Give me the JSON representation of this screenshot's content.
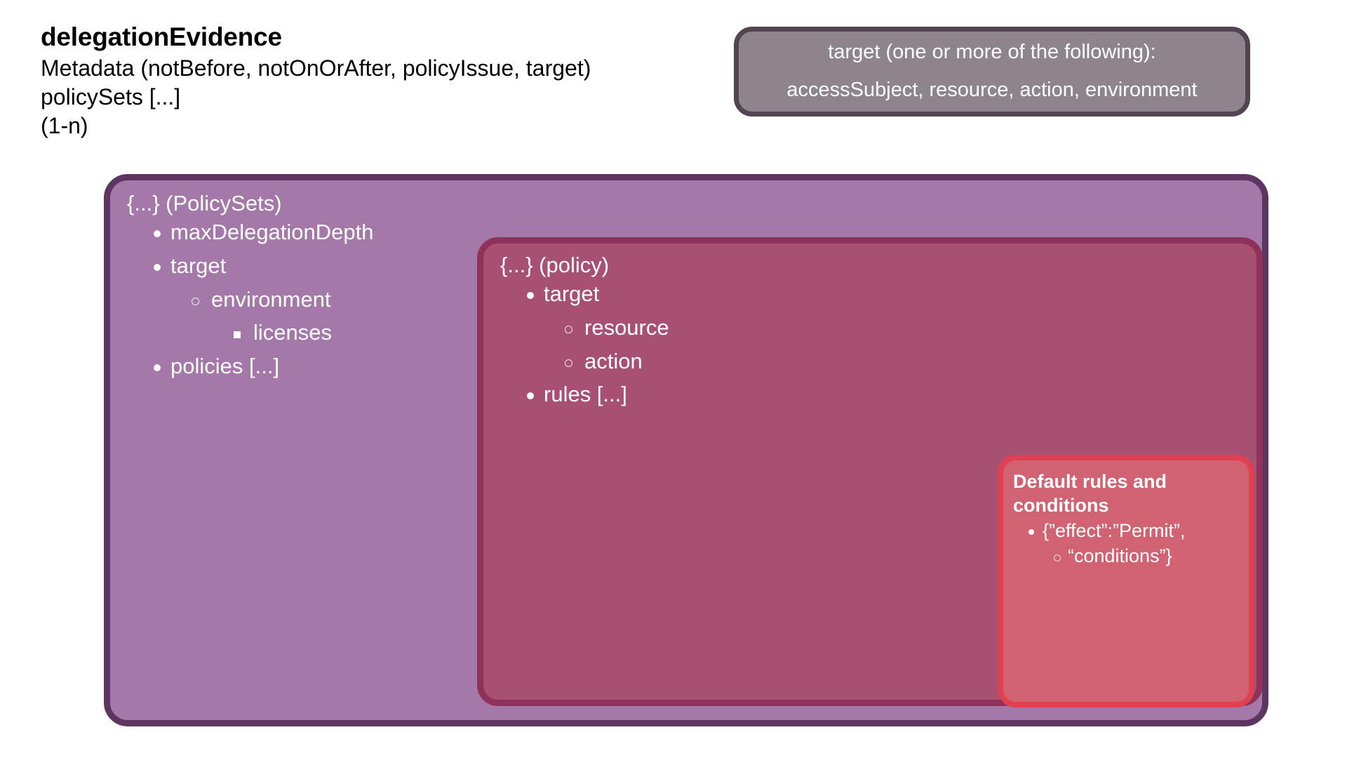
{
  "header": {
    "title": "delegationEvidence",
    "lines": [
      "Metadata (notBefore, notOnOrAfter, policyIssue, target)",
      "policySets [...]",
      "(1-n)"
    ]
  },
  "target_callout": {
    "line1": "target (one or more of the following):",
    "line2": "accessSubject, resource, action, environment"
  },
  "policysets": {
    "heading": "{...} (PolicySets)",
    "items": [
      {
        "level": 1,
        "label": "maxDelegationDepth"
      },
      {
        "level": 1,
        "label": "target"
      },
      {
        "level": 2,
        "label": "environment"
      },
      {
        "level": 3,
        "label": "licenses"
      },
      {
        "level": 1,
        "label": "policies [...]"
      }
    ]
  },
  "policy": {
    "heading": "{...} (policy)",
    "items": [
      {
        "level": 1,
        "label": "target"
      },
      {
        "level": 2,
        "label": "resource"
      },
      {
        "level": 2,
        "label": "action"
      },
      {
        "level": 1,
        "label": "rules [...]"
      }
    ]
  },
  "default_rules": {
    "title": "Default rules and conditions",
    "items": [
      {
        "level": 1,
        "label": "{”effect”:”Permit”,"
      },
      {
        "level": 2,
        "label": "“conditions”}"
      }
    ]
  },
  "colors": {
    "policysets_fill": "#a478a8",
    "policysets_border": "#5c3560",
    "policy_fill": "#a85072",
    "policy_border": "#8e3259",
    "default_rules_fill": "#d06271",
    "default_rules_border": "#e0404f",
    "callout_fill": "#8d848c",
    "callout_border": "#524551",
    "text_light": "#ffffff",
    "text_dark": "#000000"
  }
}
